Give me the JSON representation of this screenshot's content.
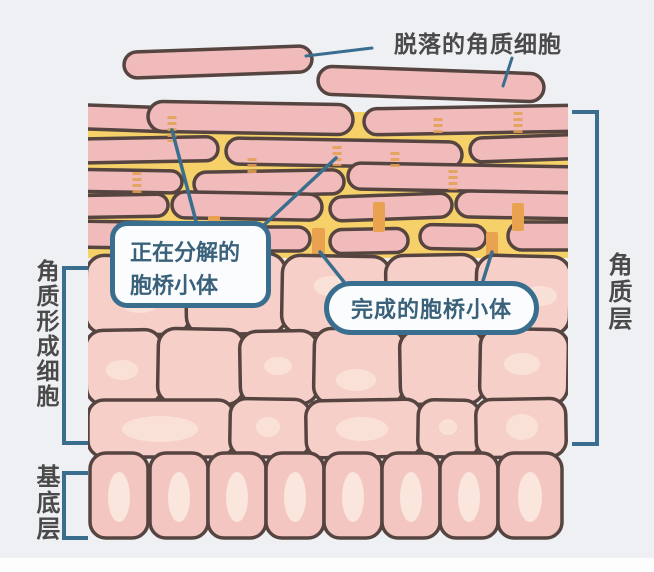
{
  "diagram": {
    "shed_label": "脱落的角质细胞",
    "callout_dissolving": {
      "line1": "正在分解的",
      "line2": "胞桥小体"
    },
    "callout_completed": {
      "text": "完成的胞桥小体"
    },
    "side_labels": {
      "keratinocytes": "角质形成细胞",
      "basal_layer": "基底层",
      "stratum_corneum": "角质层"
    },
    "colors": {
      "background": "#eef0f4",
      "corneum_yellow": "#f6d169",
      "flattened_cell_pink": "#f0bbba",
      "cell_pink": "#f6cfc9",
      "nucleus_light": "#fae1d8",
      "basal_cell_pink": "#f3c6c1",
      "outline_brown": "#564441",
      "desmosome_orange": "#e9a24f",
      "accent_teal": "#3a6e8e",
      "label_text": "#4a4a4a",
      "callout_text": "#3a617a"
    }
  }
}
